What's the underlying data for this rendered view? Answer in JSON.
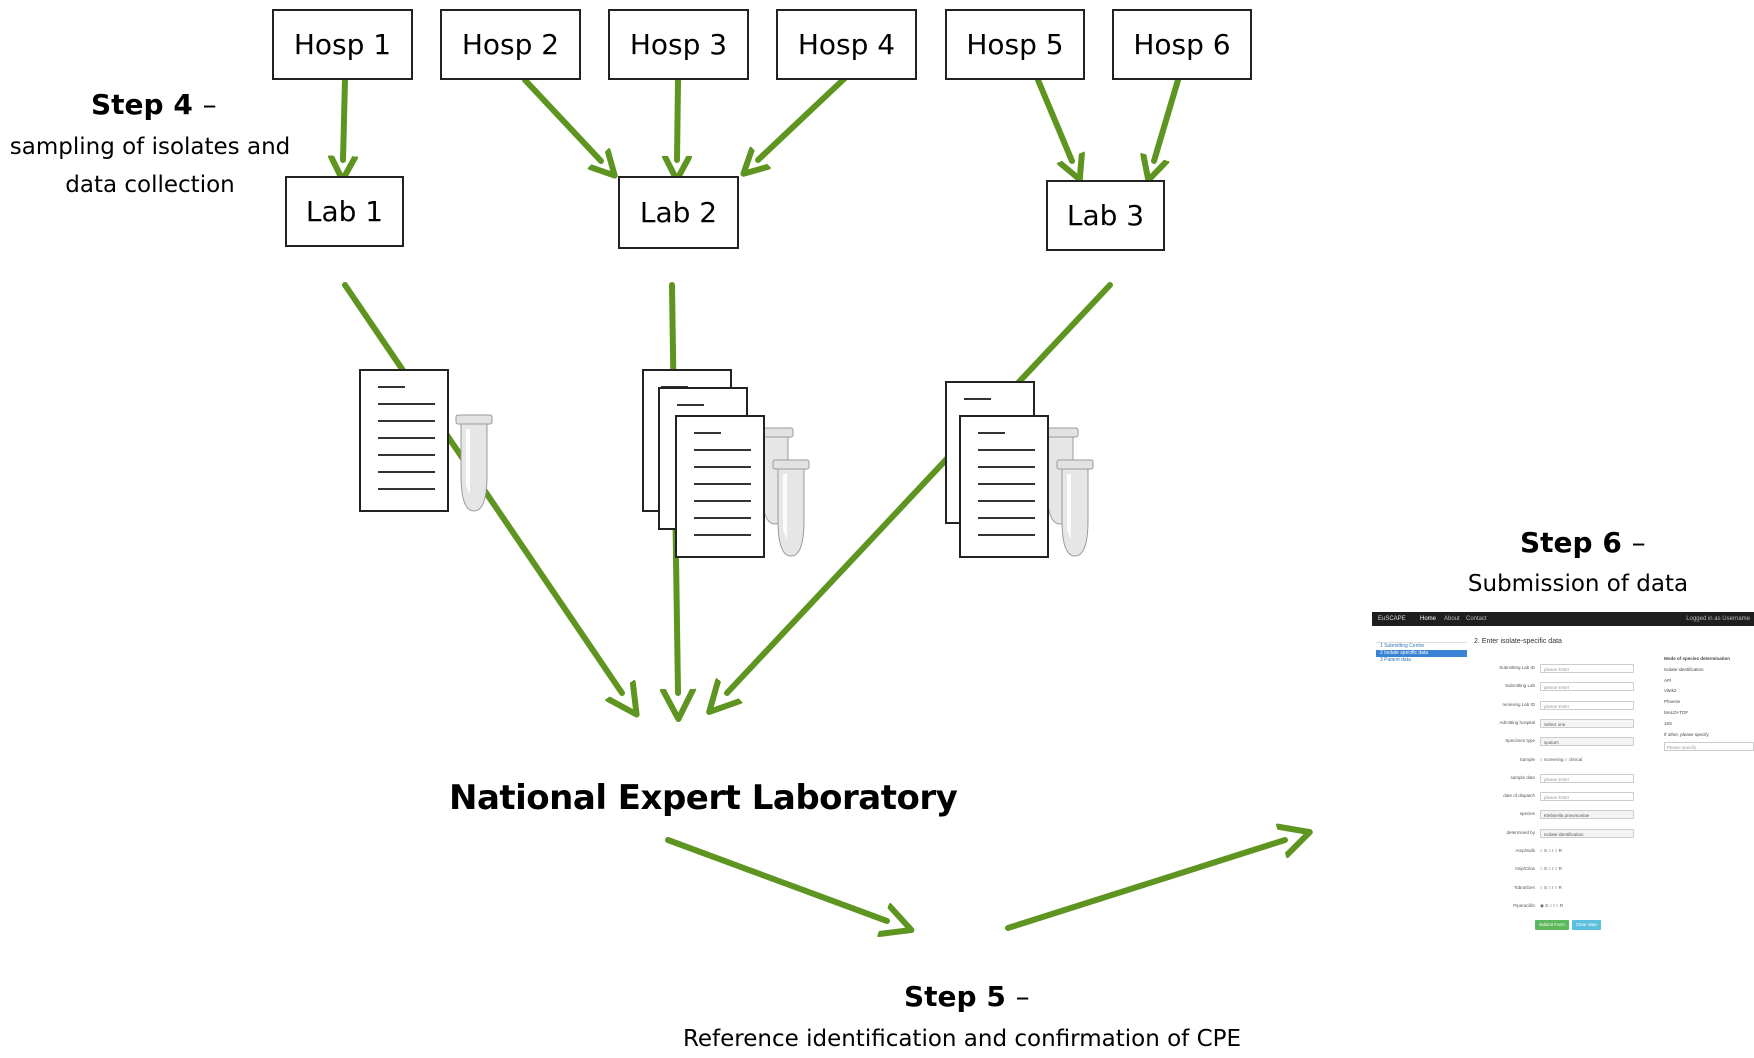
{
  "hospitals": [
    "Hosp 1",
    "Hosp 2",
    "Hosp 3",
    "Hosp 4",
    "Hosp 5",
    "Hosp 6"
  ],
  "labs": [
    "Lab 1",
    "Lab 2",
    "Lab 3"
  ],
  "step4": {
    "title": "Step 4",
    "dash": "–",
    "desc": [
      "sampling of isolates and",
      "data collection"
    ]
  },
  "central": "National Expert Laboratory",
  "step5": {
    "title": "Step 5",
    "dash": "–",
    "desc": "Reference identification and confirmation of CPE"
  },
  "step6": {
    "title": "Step 6",
    "dash": "–",
    "desc": "Submission of data"
  },
  "colors": {
    "arrow": "#5e9420",
    "box_border": "#222222"
  },
  "icons": [
    "document-icon",
    "test-tube-icon"
  ],
  "screenshot": {
    "nav": {
      "brand": "EuSCAPE",
      "items": [
        "Home",
        "About",
        "Contact"
      ],
      "login": "Logged in as Username"
    },
    "sidebar": [
      "1 Submitting Centre",
      "2 Isolate specific data",
      "3 Patient data"
    ],
    "heading": "2. Enter isolate-specific data",
    "fields": [
      {
        "label": "Submitting Lab ID",
        "value": "please Enter",
        "kind": "input"
      },
      {
        "label": "Submitting Lab",
        "value": "please Enter",
        "kind": "input"
      },
      {
        "label": "receiving Lab ID",
        "value": "please Enter",
        "kind": "input"
      },
      {
        "label": "Admitting hospital",
        "value": "Select one",
        "kind": "select"
      },
      {
        "label": "Specimen type",
        "value": "sputum",
        "kind": "select"
      },
      {
        "label": "Sample",
        "value": "○ screening  ○ clinical",
        "kind": "radio"
      },
      {
        "label": "sample date",
        "value": "please Enter",
        "kind": "input"
      },
      {
        "label": "date of dispatch",
        "value": "please Enter",
        "kind": "input"
      },
      {
        "label": "species",
        "value": "Klebsiella pneumoniae",
        "kind": "select"
      },
      {
        "label": "determined by",
        "value": "Isolate identification",
        "kind": "select"
      },
      {
        "label": "Amp/Sulb",
        "value": "○ S  ○ I  ○ R",
        "kind": "radio"
      },
      {
        "label": "Imip/Cilas",
        "value": "○ S  ○ I  ○ R",
        "kind": "radio"
      },
      {
        "label": "Tobra/Gen",
        "value": "○ S  ○ I  ○ R",
        "kind": "radio"
      },
      {
        "label": "Piperacillin",
        "value": "◉ S  ○ I  ○ R",
        "kind": "radio"
      }
    ],
    "right_col": {
      "title": "Mode of species determination",
      "items": [
        "Isolate identification",
        "API",
        "Vitek2",
        "Phoenix",
        "MALDI-TOF",
        "16S",
        "If other, please specify"
      ],
      "placeholder": "Please specify"
    },
    "buttons": [
      "Submit Form",
      "Clear data"
    ]
  }
}
